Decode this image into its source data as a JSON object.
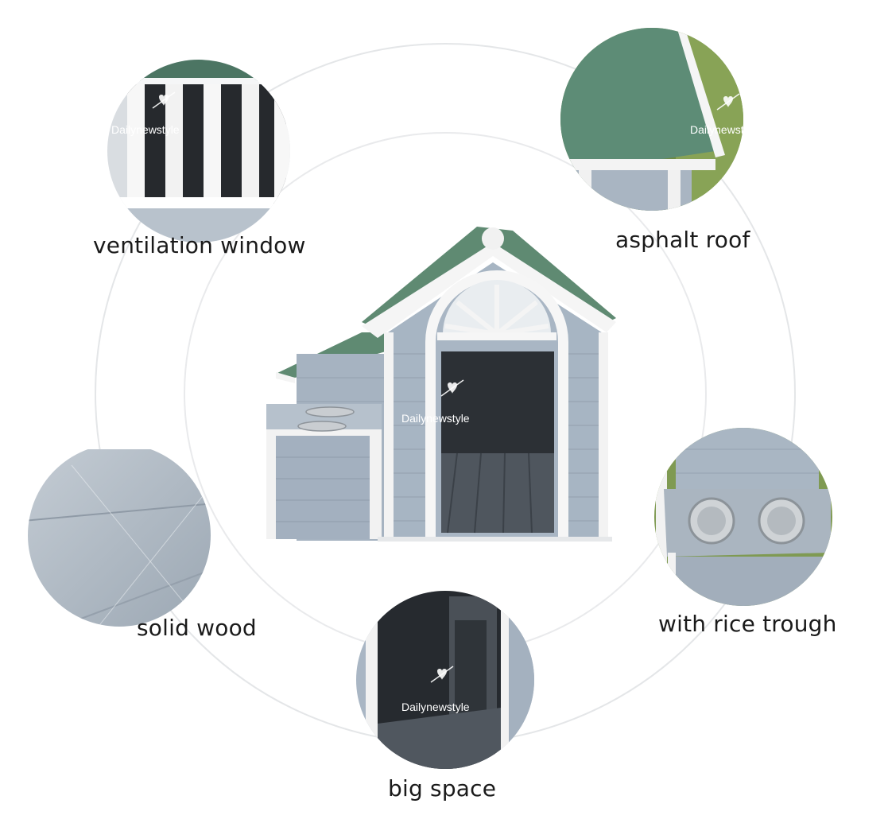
{
  "features": {
    "ventilation_window": "ventilation window",
    "asphalt_roof": "asphalt roof",
    "solid_wood": "solid wood",
    "rice_trough": "with rice trough",
    "big_space": "big space"
  },
  "watermark": {
    "text": "Dailynewstyle",
    "icon": "heart-arrow-icon"
  },
  "colors": {
    "house_siding": "#a9b6c4",
    "house_trim": "#ffffff",
    "roof": "#5f8a72",
    "interior": "#2c3035",
    "ring": "#e2e4e6"
  }
}
